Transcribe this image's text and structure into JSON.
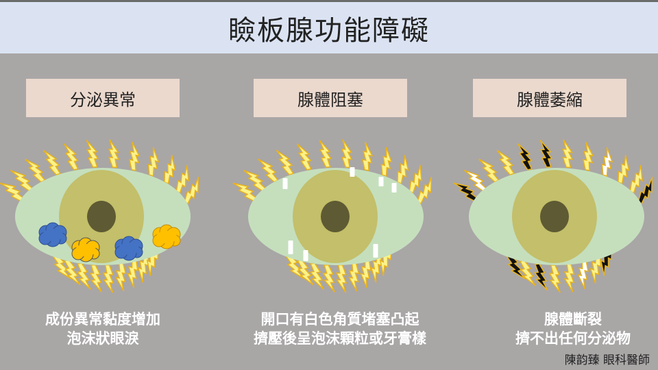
{
  "title": "瞼板腺功能障礙",
  "panels": [
    {
      "label": "分泌異常",
      "desc": [
        "成份異常黏度增加",
        "泡沫狀眼淚"
      ]
    },
    {
      "label": "腺體阻塞",
      "desc": [
        "開口有白色角質堵塞凸起",
        "擠壓後呈泡沫顆粒或牙膏樣"
      ]
    },
    {
      "label": "腺體萎縮",
      "desc": [
        "腺體斷裂",
        "擠不出任何分泌物"
      ]
    }
  ],
  "signature": "陳韵臻 眼科醫師",
  "colors": {
    "background": "#a9a6a6",
    "title_bar": "#dbe3f3",
    "label_box": "#ebd9ce",
    "sclera": "#c5dfbd",
    "iris": "#c3bf6a",
    "pupil": "#5e5a33",
    "bolt_yellow": "#fbf28a",
    "bolt_white": "#ffffff",
    "bolt_black": "#111111",
    "oil_blue": "#4472c4",
    "oil_yellow": "#ffc000"
  },
  "atrophy_bolts": {
    "top": [
      "black",
      "white",
      "yellow",
      "yellow",
      "black",
      "black",
      "yellow",
      "yellow",
      "white",
      "yellow",
      "yellow",
      "black"
    ],
    "bottom": [
      "black",
      "yellow",
      "black",
      "yellow",
      "yellow",
      "white",
      "yellow",
      "black"
    ]
  }
}
